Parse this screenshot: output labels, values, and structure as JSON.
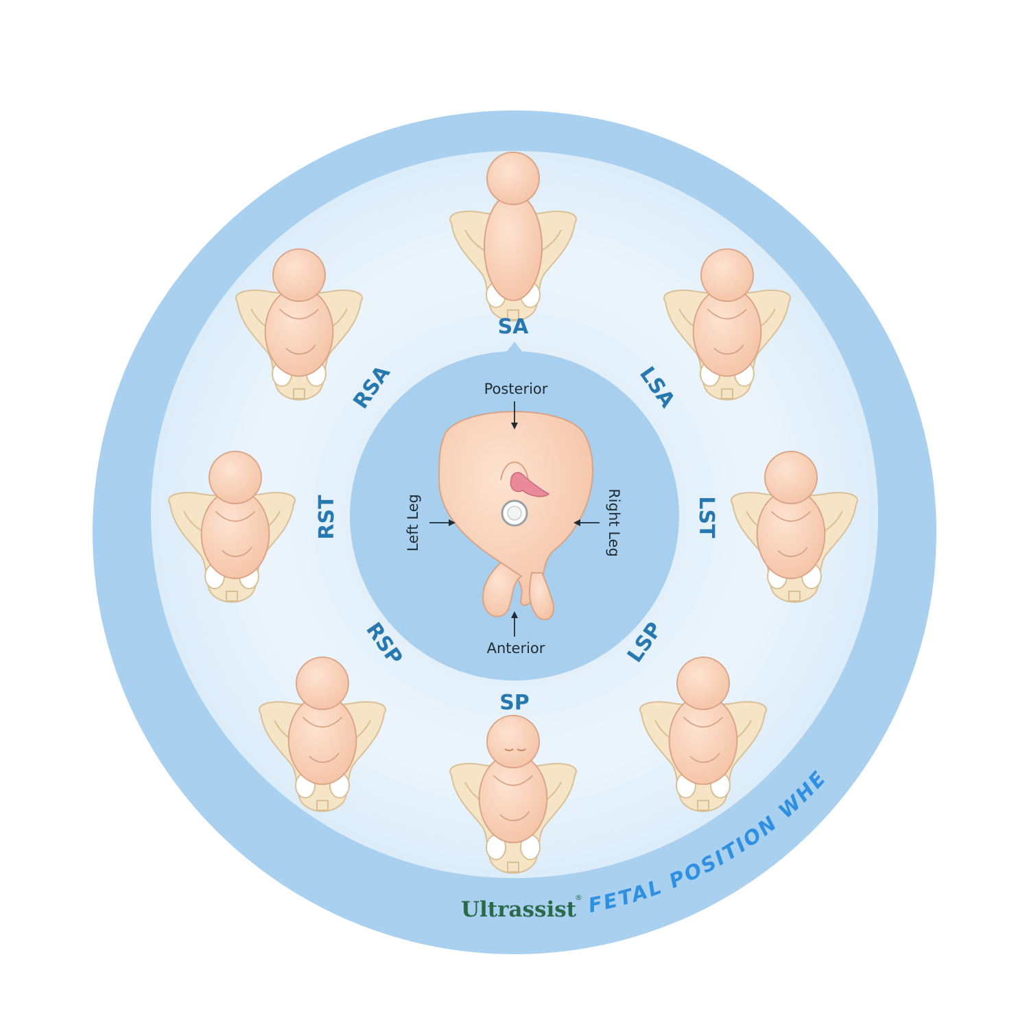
{
  "positions": [
    {
      "id": "sa",
      "label": "SA"
    },
    {
      "id": "lsa",
      "label": "LSA"
    },
    {
      "id": "lst",
      "label": "LST"
    },
    {
      "id": "lsp",
      "label": "LSP"
    },
    {
      "id": "sp",
      "label": "SP"
    },
    {
      "id": "rsp",
      "label": "RSP"
    },
    {
      "id": "rst",
      "label": "RST"
    },
    {
      "id": "rsa",
      "label": "RSA"
    }
  ],
  "center": {
    "posterior": "Posterior",
    "anterior": "Anterior",
    "left_leg": "Left Leg",
    "right_leg": "Right Leg"
  },
  "brand": {
    "name": "Ultrassist",
    "registered_mark": "®",
    "product_title": "FETAL POSITION WHEEL"
  },
  "colors": {
    "outer_ring": "#a9d0ef",
    "inner_field": "#e7f2fb",
    "center_disc": "#a8cfee",
    "label_blue": "#2878b0",
    "title_blue": "#2f8fe0",
    "skin": "#f9d3bb",
    "pelvis": "#f5e4c5"
  }
}
